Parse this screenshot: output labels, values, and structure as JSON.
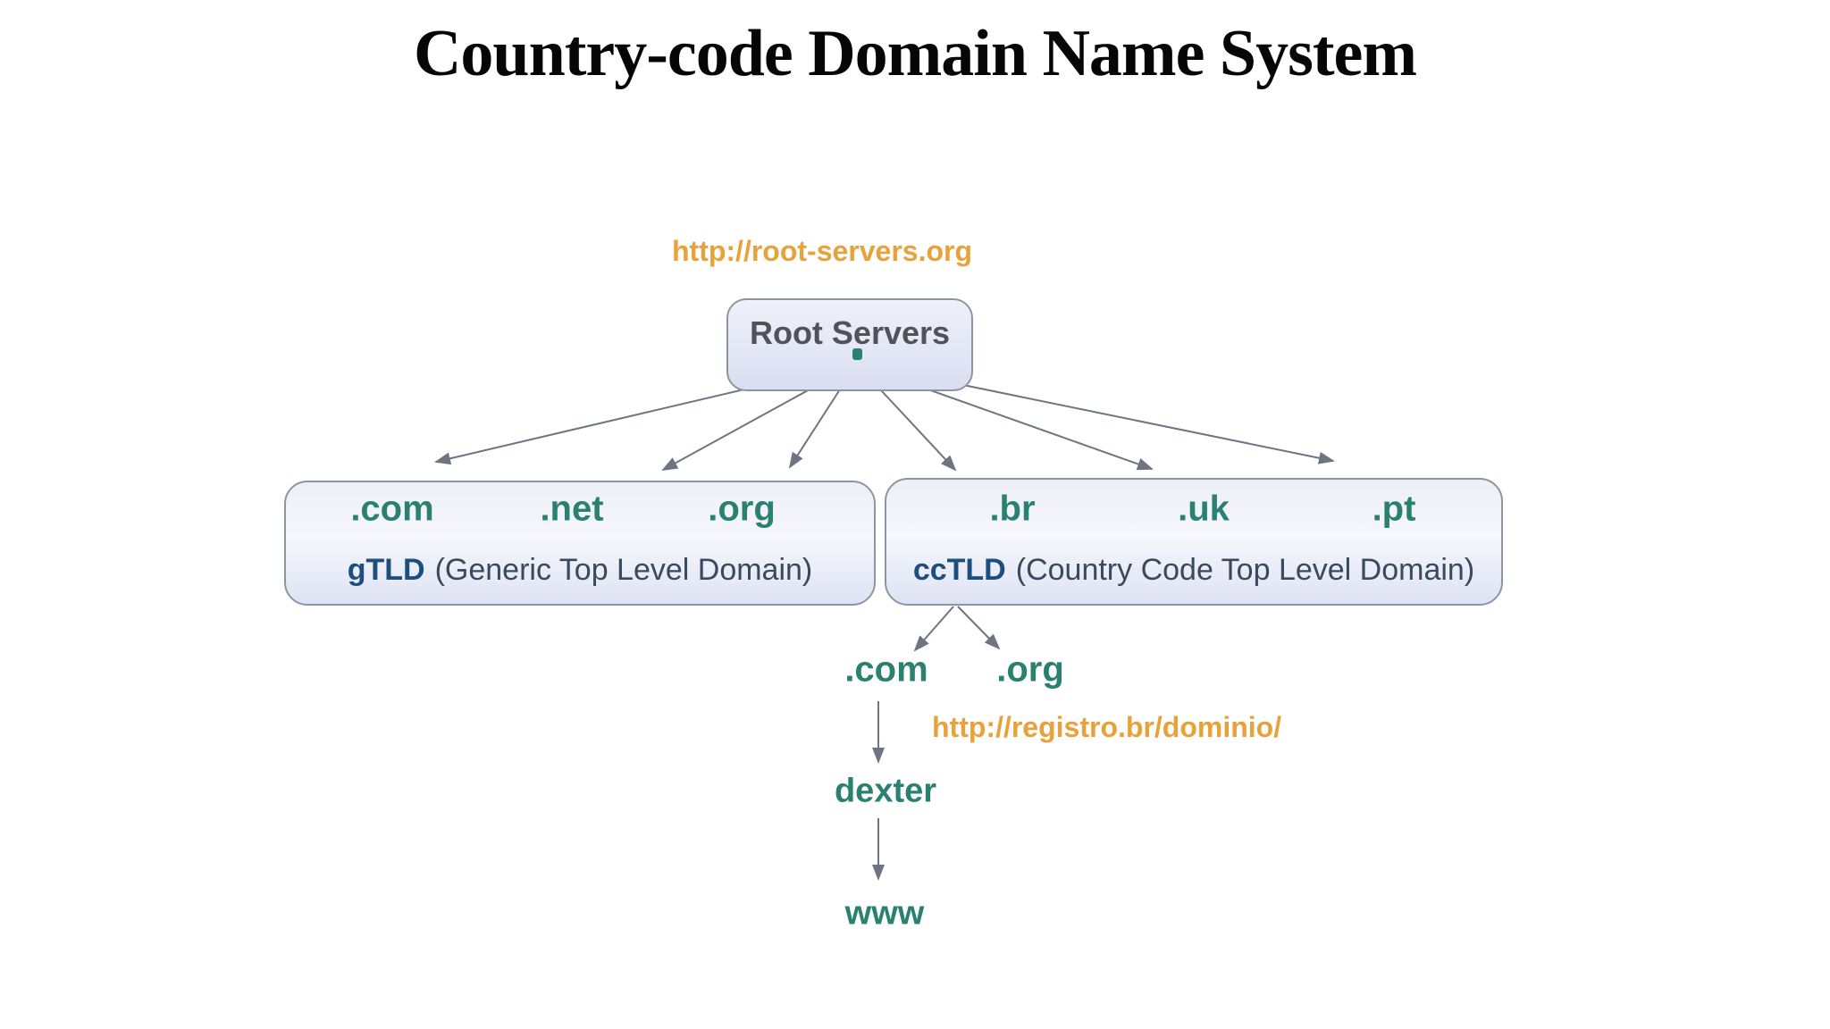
{
  "title": "Country-code Domain Name System",
  "colors": {
    "background": "#FFFFFF",
    "title_text": "#060606",
    "url_orange": "#E8A23C",
    "domain_teal": "#2A8170",
    "abbr_navy": "#1C4E7E",
    "desc_slate": "#3A4A5E",
    "root_label_gray": "#52525A",
    "box_border_gray": "#8C96A3",
    "box_fill_light": "#EDEFF8",
    "arrow_gray": "#6E7582"
  },
  "root": {
    "url": "http://root-servers.org",
    "label": "Root Servers",
    "dot": "."
  },
  "gtld": {
    "domains": [
      ".com",
      ".net",
      ".org"
    ],
    "abbr": "gTLD",
    "desc": "(Generic Top Level Domain)"
  },
  "cctld": {
    "domains": [
      ".br",
      ".uk",
      ".pt"
    ],
    "abbr": "ccTLD",
    "desc": "(Country Code Top Level Domain)"
  },
  "br_zone": {
    "domains": [
      ".com",
      ".org"
    ],
    "url": "http://registro.br/dominio/"
  },
  "chain": {
    "host": "dexter",
    "subdomain": "www"
  }
}
